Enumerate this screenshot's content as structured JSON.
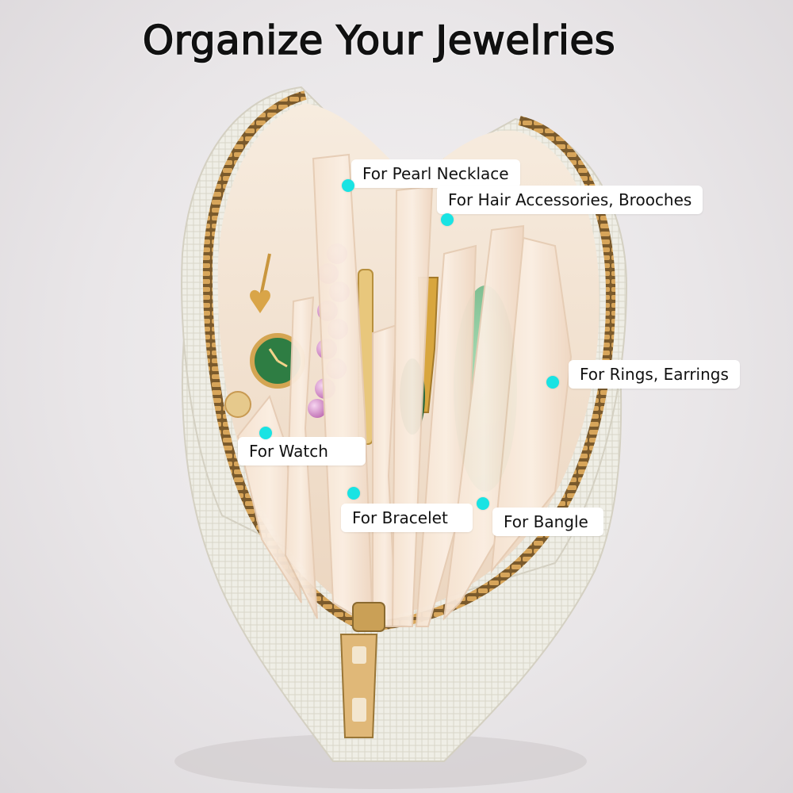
{
  "title": "Organize Your Jewelries",
  "colors": {
    "background": "#e9e6e8",
    "dot": "#19e3e3",
    "zipper": "#c8954a",
    "lining": "#f3e4d3",
    "tweed": "#efeee6"
  },
  "callouts": [
    {
      "id": "pearl-necklace",
      "label": "For Pearl Necklace"
    },
    {
      "id": "hair-accessories",
      "label": "For Hair Accessories, Brooches"
    },
    {
      "id": "rings-earrings",
      "label": "For Rings, Earrings"
    },
    {
      "id": "watch",
      "label": "For Watch"
    },
    {
      "id": "bracelet",
      "label": "For Bracelet"
    },
    {
      "id": "bangle",
      "label": "For Bangle"
    }
  ],
  "illustration": "open-tweed-jewelry-pouch"
}
